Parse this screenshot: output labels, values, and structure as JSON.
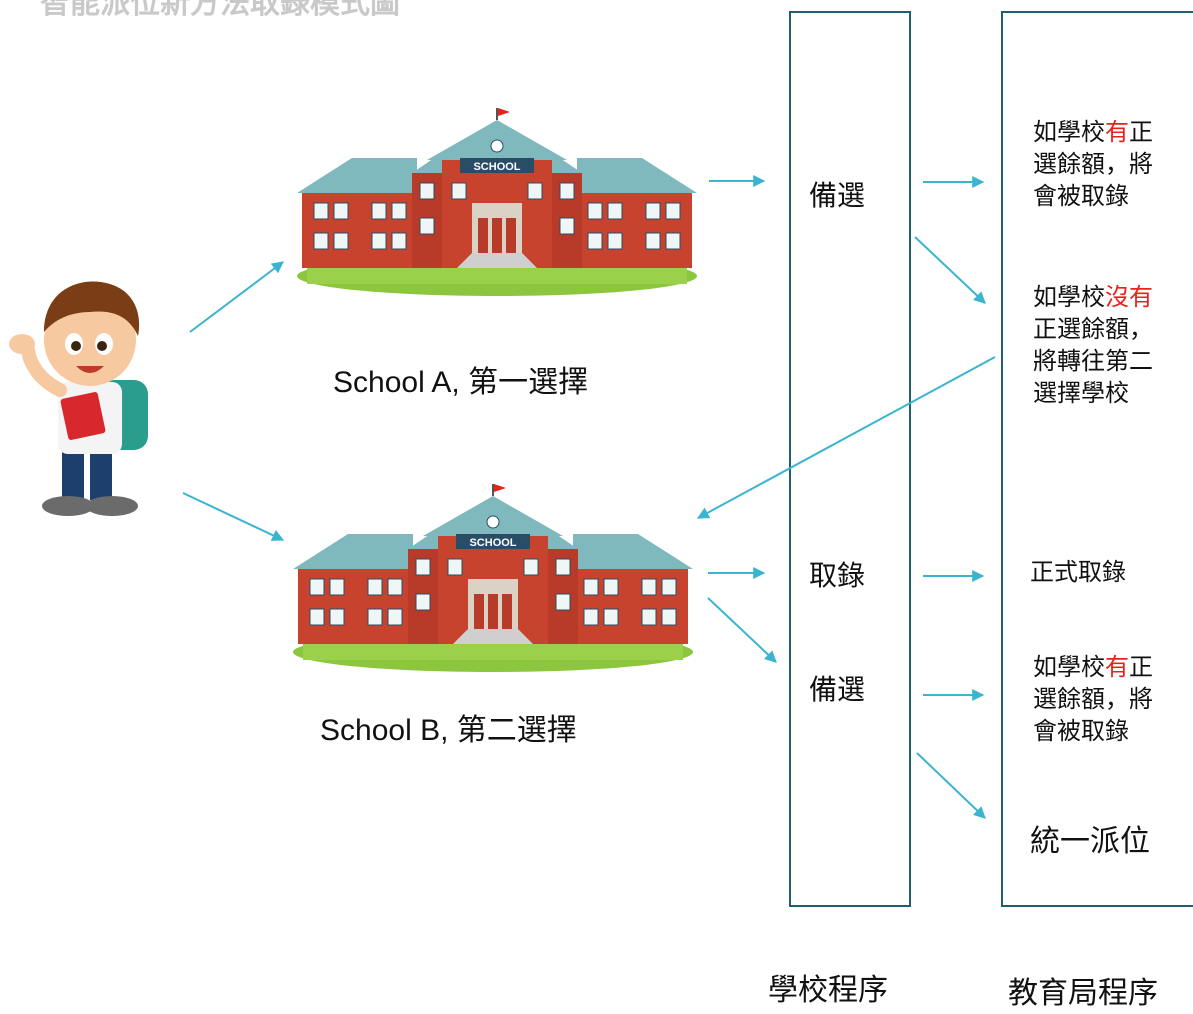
{
  "title": "智能派位新方法取錄模式圖",
  "schools": [
    {
      "caption_en": "School A,",
      "caption_zh": " 第一選擇",
      "sign": "SCHOOL"
    },
    {
      "caption_en": "School B,",
      "caption_zh": " 第二選擇",
      "sign": "SCHOOL"
    }
  ],
  "school_process": {
    "title": "學校程序",
    "items": [
      "備選",
      "取錄",
      "備選"
    ]
  },
  "edb_process": {
    "title": "教育局程序",
    "note1": {
      "l1a": "如學校",
      "l1b": "有",
      "l1c": "正",
      "l2": "選餘額，將",
      "l3": "會被取錄"
    },
    "note2": {
      "l1a": "如學校",
      "l1b": "沒有",
      "l2": "正選餘額，",
      "l3": "將轉往第二",
      "l4": "選擇學校"
    },
    "note3": "正式取錄",
    "note4": {
      "l1a": "如學校",
      "l1b": "有",
      "l1c": "正",
      "l2": "選餘額，將",
      "l3": "會被取錄"
    },
    "note5": "統一派位"
  },
  "colors": {
    "arrow": "#3ab4cf",
    "box_border": "#1f5f6e",
    "highlight": "#e5231b",
    "brick": "#c8432e",
    "roof": "#7fb8bd",
    "grass": "#8cc63f"
  }
}
